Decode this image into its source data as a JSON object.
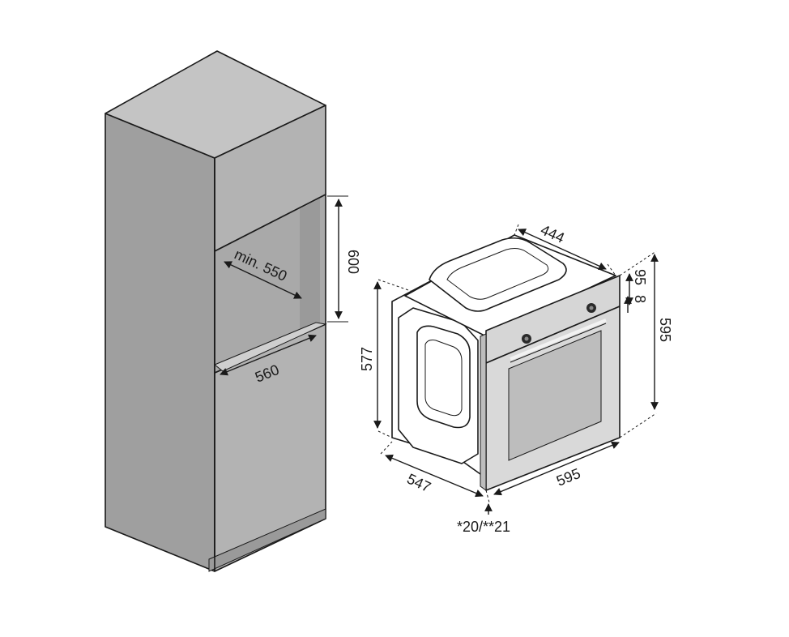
{
  "cabinet": {
    "depth_label": "min. 550",
    "height_label": "600",
    "width_label": "560"
  },
  "oven": {
    "top_depth_label": "444",
    "panel_label": "95",
    "gap_label": "8",
    "height_label": "595",
    "body_height_label": "577",
    "depth_label": "547",
    "width_label": "595",
    "door_label": "*20/**21"
  },
  "colors": {
    "cabinet_front": "#b0b0b0",
    "cabinet_side": "#9a9a9a",
    "cabinet_top": "#c3c3c3",
    "oven_steel": "#d9d9d9",
    "oven_glass": "#bdbdbd",
    "line": "#1a1a1a"
  }
}
